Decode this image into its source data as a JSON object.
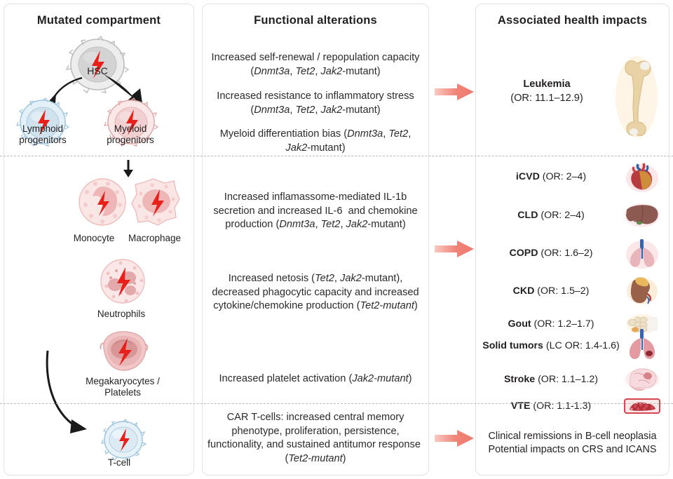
{
  "columns": {
    "left_title": "Mutated compartment",
    "middle_title": "Functional alterations",
    "right_title": "Associated health impacts"
  },
  "cells": [
    {
      "key": "hsc",
      "label": "HSC",
      "icon": "hsc-cell-icon",
      "color": "#d8d8d8"
    },
    {
      "key": "lymphoid",
      "label": "Lymphoid\nprogenitors",
      "icon": "lymphoid-progenitor-icon",
      "color": "#cfe3f0"
    },
    {
      "key": "myeloid",
      "label": "Myeloid\nprogenitors",
      "icon": "myeloid-progenitor-icon",
      "color": "#f2d3d4"
    },
    {
      "key": "monocyte",
      "label": "Monocyte",
      "icon": "monocyte-icon",
      "color": "#f6dcdc"
    },
    {
      "key": "macrophage",
      "label": "Macrophage",
      "icon": "macrophage-icon",
      "color": "#f6dcdc"
    },
    {
      "key": "neutrophil",
      "label": "Neutrophils",
      "icon": "neutrophil-icon",
      "color": "#f6dcdc"
    },
    {
      "key": "mega",
      "label": "Megakaryocytes /\nPlatelets",
      "icon": "megakaryocyte-icon",
      "color": "#efc9ca"
    },
    {
      "key": "tcell",
      "label": "T-cell",
      "icon": "t-cell-icon",
      "color": "#d7e8f3"
    }
  ],
  "alterations": [
    {
      "id": "alt-1",
      "text": "Increased self-renewal / repopulation capacity (",
      "italic": "Dnmt3a, Tet2, Jak2",
      "tail": "-mutant)"
    },
    {
      "id": "alt-2",
      "text": "Increased resistance to inflammatory stress (",
      "italic": "Dnmt3a, Tet2, Jak2",
      "tail": "-mutant)"
    },
    {
      "id": "alt-3",
      "text": "Myeloid differentiation bias (",
      "italic": "Dnmt3a, Tet2, Jak2",
      "tail": "-mutant)"
    },
    {
      "id": "alt-4",
      "text": "Increased inflamassome-mediated IL-1b secretion and increased IL-6  and chemokine production (",
      "italic": "Dnmt3a, Tet2, Jak2",
      "tail": "-mutant)"
    },
    {
      "id": "alt-5",
      "text": "Increased netosis (",
      "italic": "Tet2, Jak2",
      "tail": "-mutant), decreased phagocytic capacity and increased cytokine/chemokine production (",
      "italic2": "Tet2-mutant",
      "tail2": ")"
    },
    {
      "id": "alt-6",
      "text": "Increased platelet activation (",
      "italic": "Jak2-mutant",
      "tail": ")"
    },
    {
      "id": "alt-7",
      "text": "CAR T-cells: increased central memory phenotype, proliferation, persistence, functionality, and sustained antitumor response  (",
      "italic": "Tet2-mutant",
      "tail": ")"
    }
  ],
  "impacts": {
    "leukemia": {
      "name": "Leukemia",
      "value": "(OR: 11.1–12.9)",
      "icon": "bone-icon"
    },
    "rows": [
      {
        "name": "iCVD",
        "value": " (OR: 2–4)",
        "icon": "heart-icon"
      },
      {
        "name": "CLD",
        "value": " (OR: 2–4)",
        "icon": "liver-icon"
      },
      {
        "name": "COPD",
        "value": " (OR: 1.6–2)",
        "icon": "lungs-icon"
      },
      {
        "name": "CKD",
        "value": " (OR: 1.5–2)",
        "icon": "kidney-icon"
      },
      {
        "name": "Gout",
        "value": " (OR: 1.2–1.7)",
        "icon": "gout-hand-icon"
      },
      {
        "name": "Solid tumors",
        "value": " (LC OR: 1.4-1.6)",
        "icon": "lung-tumor-icon"
      },
      {
        "name": "Stroke",
        "value": " (OR: 1.1–1.2)",
        "icon": "brain-icon"
      },
      {
        "name": "VTE",
        "value": " (OR: 1.1-1.3)",
        "icon": "thrombus-vessel-icon"
      }
    ],
    "bottom_outcome_line1": "Clinical remissions in B-cell neoplasia",
    "bottom_outcome_line2": "Potential impacts on CRS and ICANS"
  },
  "palette": {
    "arrow_red": "#f08377",
    "lightning_red": "#e8201a",
    "panel_border": "#e3e3e5",
    "divider": "#b9b9bd",
    "text": "#231f20"
  }
}
